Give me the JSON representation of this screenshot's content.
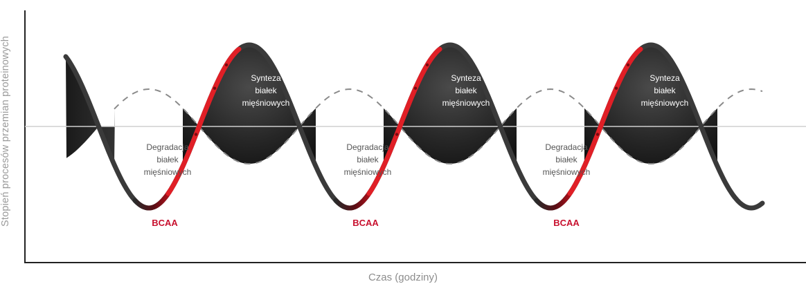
{
  "axes": {
    "y_label": "Stopień procesów przemian proteinowych",
    "x_label": "Czas (godziny)"
  },
  "labels": {
    "synthesis": [
      "Synteza",
      "białek",
      "mięśniowych"
    ],
    "degradation": [
      "Degradacja",
      "białek",
      "mięśniowych"
    ],
    "bcaa": "BCAA"
  },
  "colors": {
    "curve": "#3a3a3a",
    "bcaa_red": "#c8102e",
    "dashed": "#8a8a8a",
    "baseline": "#cccccc",
    "fill_dark": "#1c1c1c"
  }
}
